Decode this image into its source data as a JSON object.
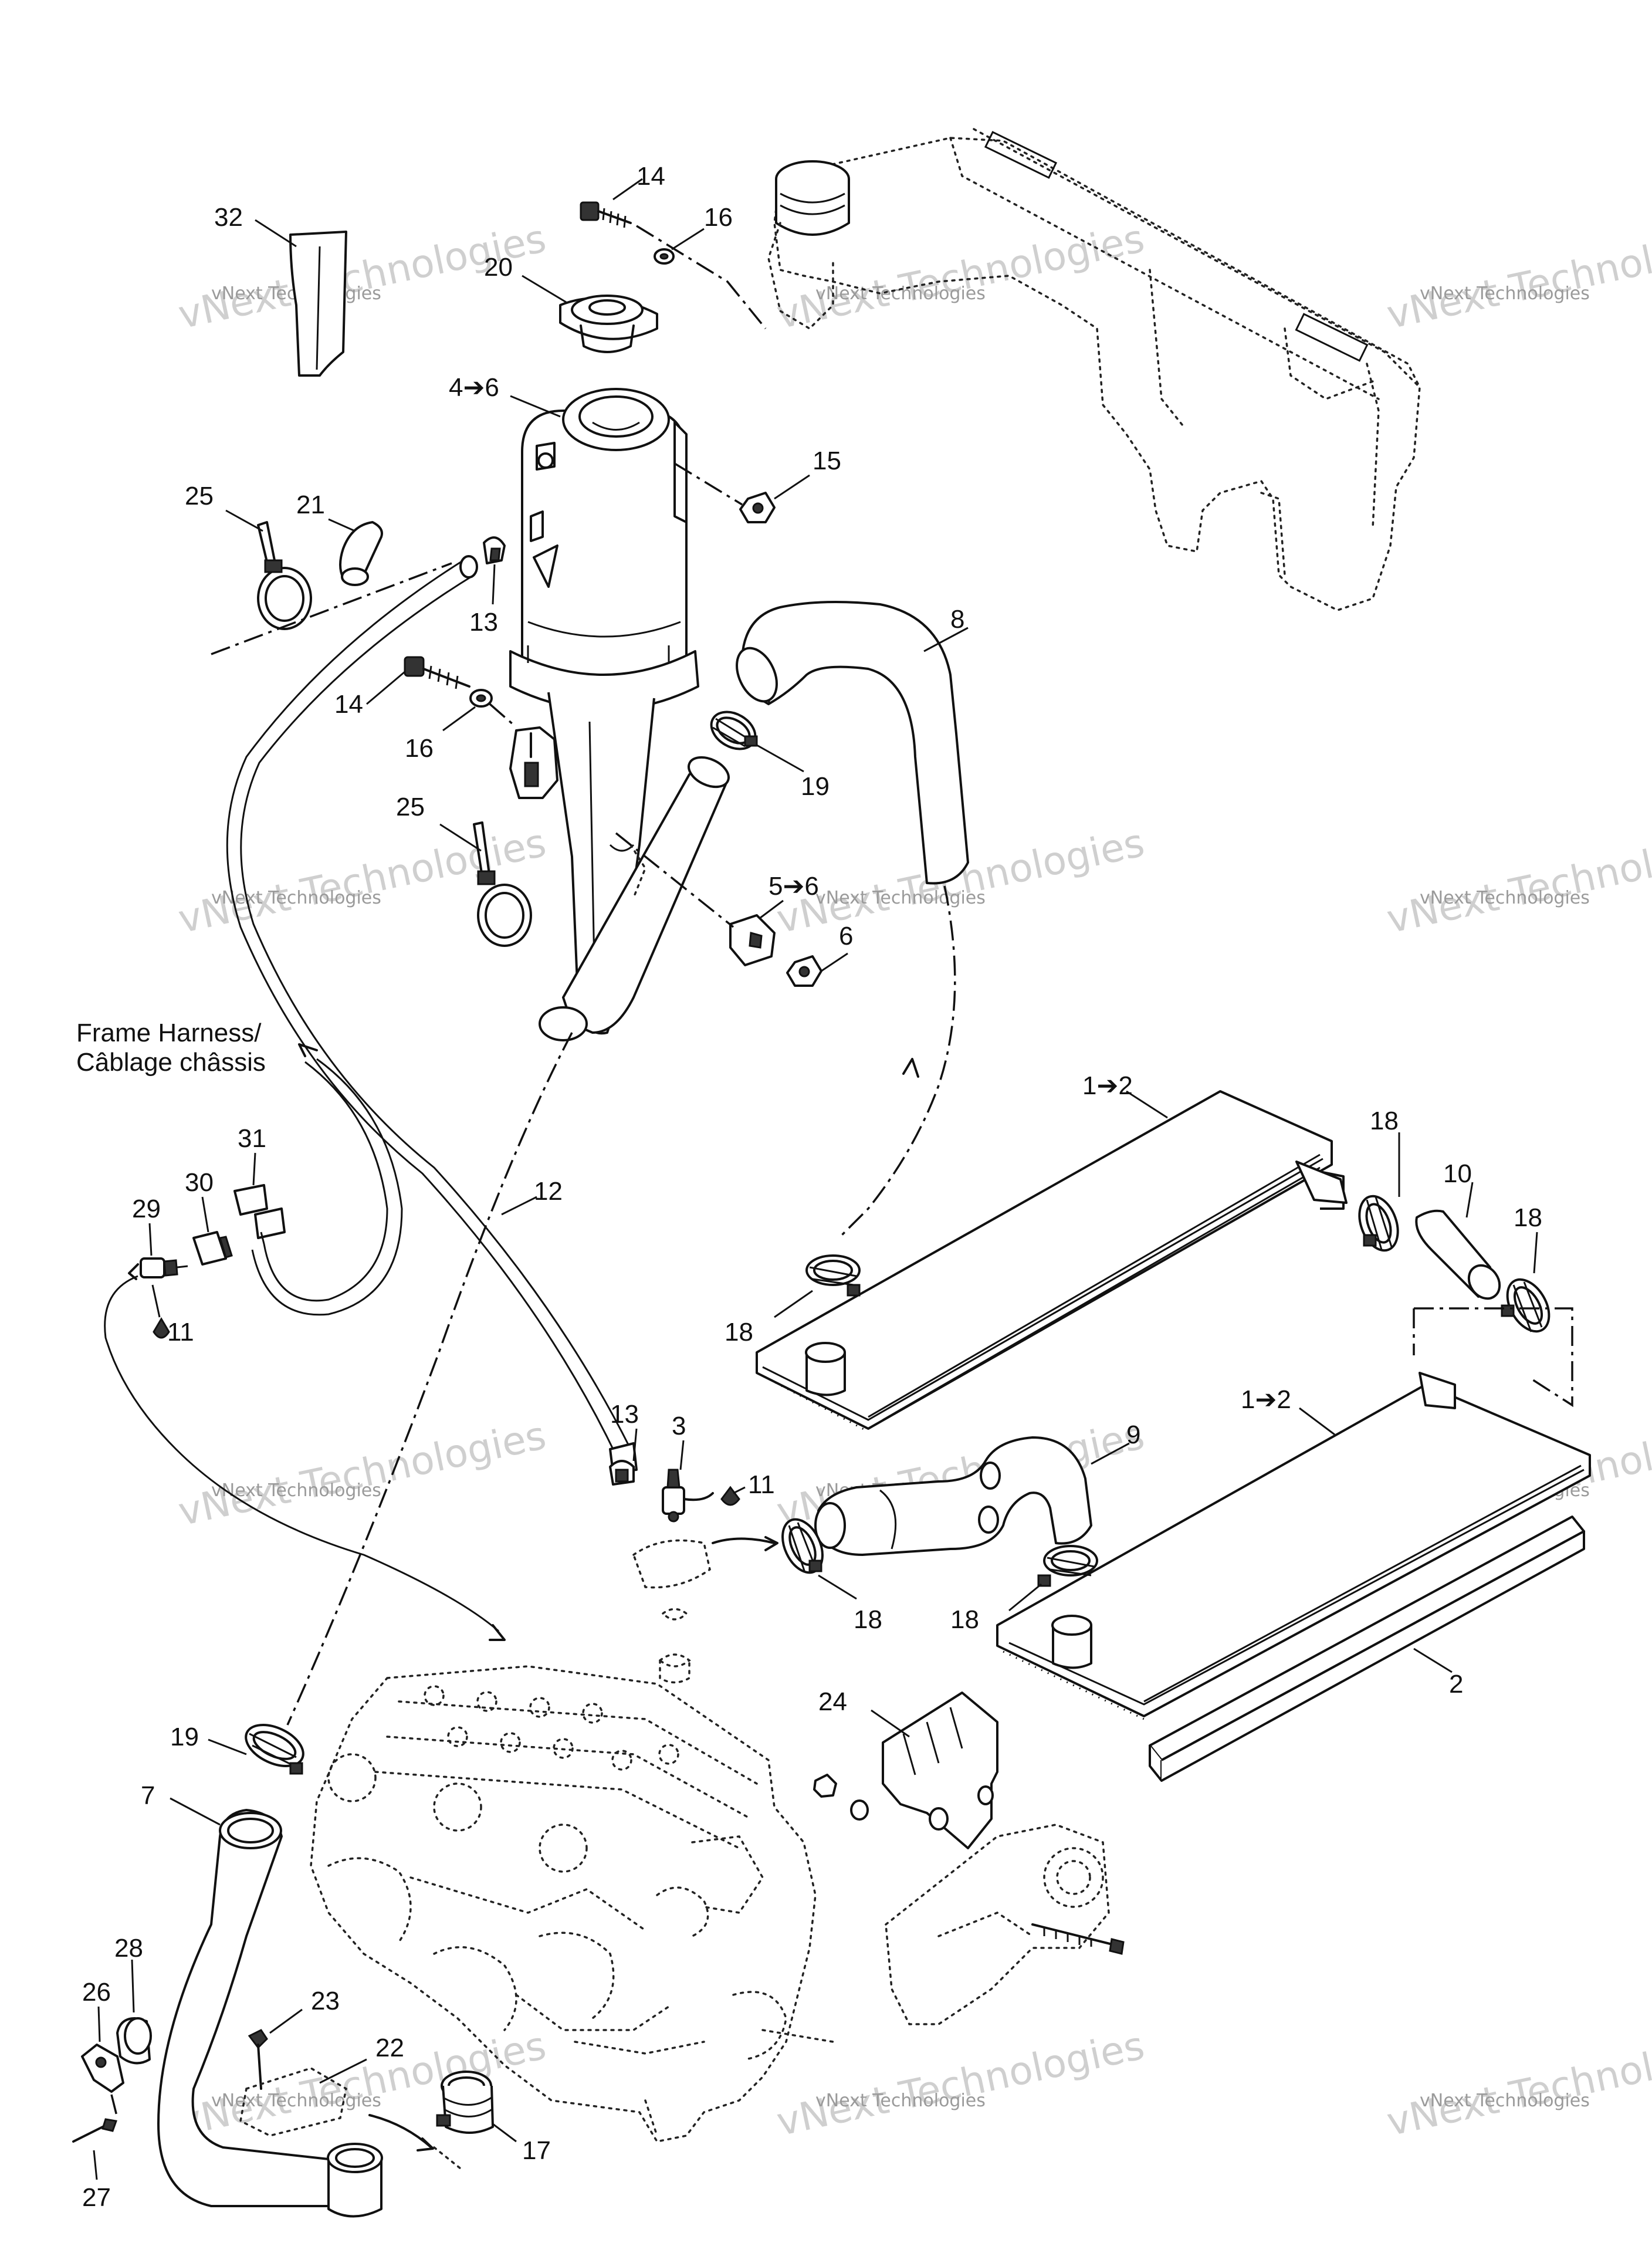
{
  "callouts": {
    "c32": "32",
    "c14a": "14",
    "c16a": "16",
    "c20": "20",
    "c4_6": "4➔6",
    "c15": "15",
    "c25a": "25",
    "c21": "21",
    "c13a": "13",
    "c8": "8",
    "c14b": "14",
    "c16b": "16",
    "c19a": "19",
    "c25b": "25",
    "c5_6": "5➔6",
    "c6": "6",
    "c1_2a": "1➔2",
    "c18a": "18",
    "c10": "10",
    "c18b": "18",
    "c31": "31",
    "c30": "30",
    "c29": "29",
    "c11a": "11",
    "c12": "12",
    "c18c": "18",
    "c1_2b": "1➔2",
    "c13b": "13",
    "c3": "3",
    "c11b": "11",
    "c9": "9",
    "c18d": "18",
    "c18e": "18",
    "c2": "2",
    "c24": "24",
    "c19b": "19",
    "c7": "7",
    "c28": "28",
    "c26": "26",
    "c23": "23",
    "c22": "22",
    "c17": "17",
    "c27": "27"
  },
  "notes": {
    "harness_line1": "Frame Harness/",
    "harness_line2": "Câblage châssis"
  },
  "watermark": {
    "big": "vNext Technologies",
    "small": "vNext Technologies"
  }
}
